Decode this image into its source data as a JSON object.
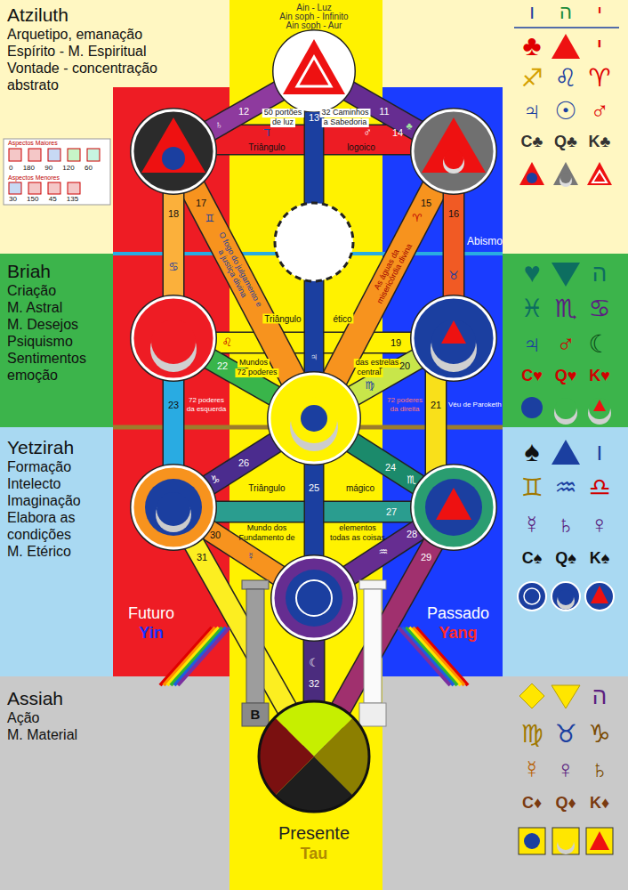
{
  "diagram": {
    "nodes": [
      {
        "text": [
          "Atziluth",
          "Arquetipo, emanação",
          "Espírito - M. Espiritual",
          "Vontade - concentração",
          "abstrato"
        ]
      },
      {
        "text": [
          "Briah",
          "Criação",
          "M. Astral",
          "M. Desejos",
          "Psiquismo",
          "Sentimentos",
          "emoção"
        ]
      },
      {
        "text": [
          "Yetzirah",
          "Formação",
          "Intelecto",
          "Imaginação",
          "Elabora as condições",
          "M. Etérico"
        ]
      },
      {
        "text": [
          "Assiah",
          "Ação",
          "M. Material"
        ]
      }
    ],
    "labels": [
      "Ain - Luz",
      "Ain soph - Infinito",
      "Ain soph - Aur",
      "50 portões",
      "de luz",
      "13",
      "32 Caminhos",
      "a Sabedoria",
      "ד",
      "♂",
      "14",
      "Triângulo",
      "logoico",
      "12",
      "♄",
      "11",
      "♣",
      "17",
      "♊",
      "O fogo do julgamento e a justiça divina",
      "18",
      "♋",
      "15",
      "♈",
      "As águas da misericórdia divina",
      "16",
      "♉",
      "Abismo",
      "Triângulo",
      "ético",
      "♌",
      "19",
      "♃",
      "Mundos",
      "72 poderes",
      "das estrelas",
      "central",
      "22",
      "20",
      "♍",
      "21",
      "Véu de Paroketh",
      "23",
      "72 poderes",
      "da esquerda",
      "72 poderes",
      "da direita",
      "26",
      "♑",
      "24",
      "♏",
      "Triângulo",
      "25",
      "mágico",
      "27",
      "Mundo dos",
      "Fundamento de",
      "elementos",
      "todas as coisas",
      "28",
      "♒",
      "29",
      "30",
      "☿",
      "31",
      "32",
      "☾",
      "Futuro",
      "Yin",
      "Passado",
      "Yang",
      "B",
      "Presente",
      "Tau",
      "Aspectos Maiores",
      "0 180 90 120 60",
      "Aspectos Menores",
      "30 150 45 135",
      "ו",
      "ה",
      "י",
      "♣",
      "י",
      "♐",
      "♌",
      "♈",
      "♃",
      "☉",
      "♂",
      "C♣",
      "Q♣",
      "K♣",
      "♥",
      "ה",
      "♓",
      "♏",
      "♋",
      "♃",
      "♂",
      "☾",
      "C♥",
      "Q♥",
      "K♥",
      "♠",
      "ו",
      "♊",
      "♒",
      "♎",
      "☿",
      "♄",
      "♀",
      "C♠",
      "Q♠",
      "K♠",
      "ה",
      "♍",
      "♉",
      "♑",
      "☿",
      "♀",
      "♄",
      "C♦",
      "Q♦",
      "K♦"
    ]
  }
}
